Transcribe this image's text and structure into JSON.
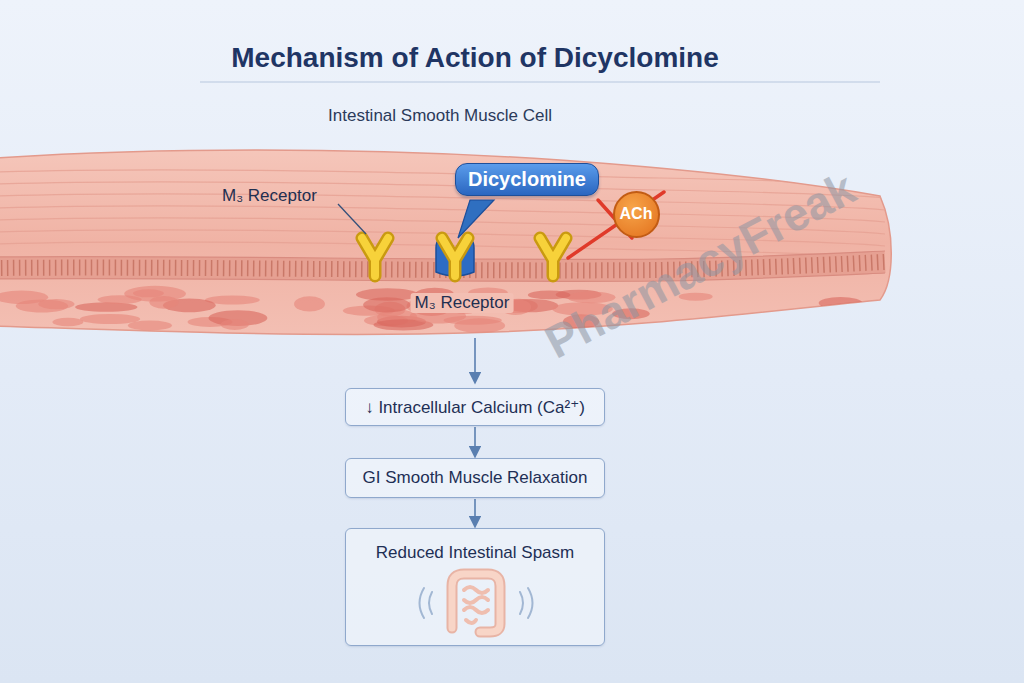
{
  "diagram": {
    "title": "Mechanism of Action of Dicyclomine",
    "nodes": [
      {
        "text": [
          "Dicyclomine"
        ]
      },
      {
        "text": [
          "ACh"
        ]
      },
      {
        "text": [
          "↓ Intracellular Calcium (Ca²⁺)"
        ]
      },
      {
        "text": [
          "GI Smooth Muscle Relaxation"
        ]
      },
      {
        "text": [
          "Reduced Intestinal Spasm"
        ]
      }
    ],
    "edges": [
      {
        "from": 2,
        "to": 3,
        "arrow": "to"
      },
      {
        "from": 3,
        "to": 4,
        "arrow": "to"
      }
    ],
    "labels": [
      "Intestinal Smooth Muscle Cell",
      "M₃ Receptor",
      "M₃ Receptor",
      "PharmacyFreak"
    ]
  }
}
